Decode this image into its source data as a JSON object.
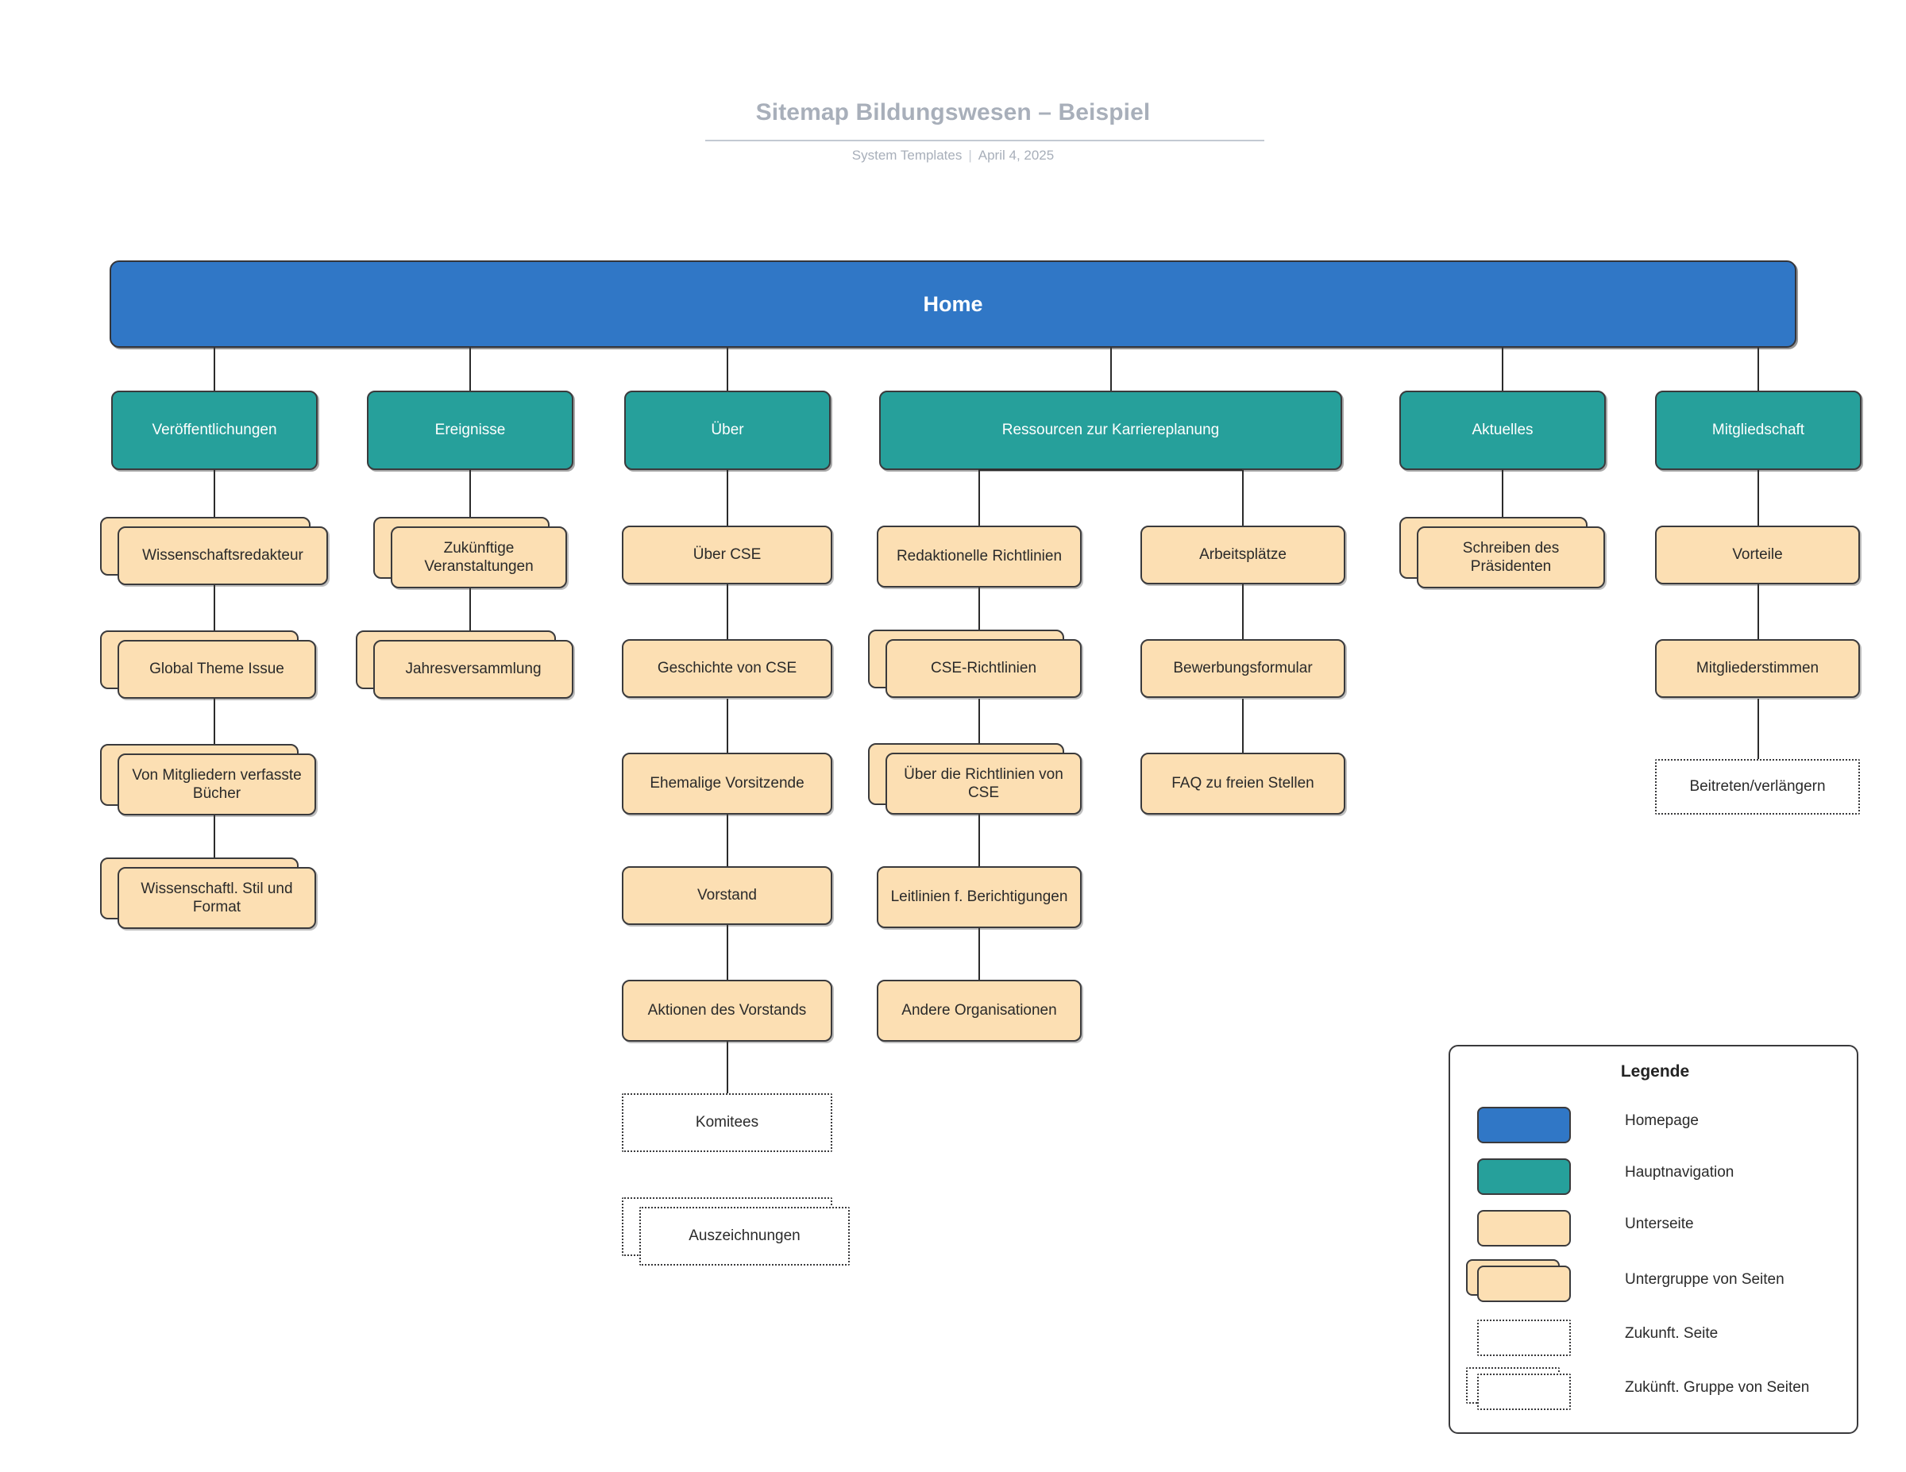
{
  "header": {
    "title": "Sitemap Bildungswesen – Beispiel",
    "source": "System Templates",
    "separator": "|",
    "date": "April 4, 2025"
  },
  "colors": {
    "homepage": "#3077c6",
    "main_navigation": "#26a09b",
    "subpage": "#fcdfb3",
    "outline": "#3a3a3c",
    "header_text": "#a8afba"
  },
  "root": {
    "label": "Home",
    "type": "homepage"
  },
  "nav": [
    {
      "label": "Veröffentlichungen",
      "type": "main_navigation"
    },
    {
      "label": "Ereignisse",
      "type": "main_navigation"
    },
    {
      "label": "Über",
      "type": "main_navigation"
    },
    {
      "label": "Ressourcen zur Karriereplanung",
      "type": "main_navigation"
    },
    {
      "label": "Aktuelles",
      "type": "main_navigation"
    },
    {
      "label": "Mitgliedschaft",
      "type": "main_navigation"
    }
  ],
  "pages": {
    "veroeffentlichungen": [
      {
        "label": "Wissenschaftsredakteur",
        "type": "subgroup"
      },
      {
        "label": "Global Theme Issue",
        "type": "subgroup"
      },
      {
        "label": "Von Mitgliedern verfasste Bücher",
        "type": "subgroup"
      },
      {
        "label": "Wissenschaftl. Stil und Format",
        "type": "subgroup"
      }
    ],
    "ereignisse": [
      {
        "label": "Zukünftige Veranstaltungen",
        "type": "subgroup"
      },
      {
        "label": "Jahresversammlung",
        "type": "subgroup"
      }
    ],
    "ueber": [
      {
        "label": "Über CSE",
        "type": "subpage"
      },
      {
        "label": "Geschichte von CSE",
        "type": "subpage"
      },
      {
        "label": "Ehemalige Vorsitzende",
        "type": "subpage"
      },
      {
        "label": "Vorstand",
        "type": "subpage"
      },
      {
        "label": "Aktionen des Vorstands",
        "type": "subpage"
      },
      {
        "label": "Komitees",
        "type": "future_page"
      },
      {
        "label": "Auszeichnungen",
        "type": "future_group"
      }
    ],
    "ressourcen_links": [
      {
        "label": "Redaktionelle Richtlinien",
        "type": "subpage"
      },
      {
        "label": "CSE-Richtlinien",
        "type": "subgroup"
      },
      {
        "label": "Über die Richtlinien von CSE",
        "type": "subgroup"
      },
      {
        "label": "Leitlinien f. Berichtigungen",
        "type": "subpage"
      },
      {
        "label": "Andere Organisationen",
        "type": "subpage"
      }
    ],
    "ressourcen_rechts": [
      {
        "label": "Arbeitsplätze",
        "type": "subpage"
      },
      {
        "label": "Bewerbungsformular",
        "type": "subpage"
      },
      {
        "label": "FAQ zu freien Stellen",
        "type": "subpage"
      }
    ],
    "aktuelles": [
      {
        "label": "Schreiben des Präsidenten",
        "type": "subgroup"
      }
    ],
    "mitgliedschaft": [
      {
        "label": "Vorteile",
        "type": "subpage"
      },
      {
        "label": "Mitgliederstimmen",
        "type": "subpage"
      },
      {
        "label": "Beitreten/verlängern",
        "type": "future_page"
      }
    ]
  },
  "legend": {
    "title": "Legende",
    "items": [
      {
        "label": "Homepage",
        "swatch": "homepage"
      },
      {
        "label": "Hauptnavigation",
        "swatch": "main_navigation"
      },
      {
        "label": "Unterseite",
        "swatch": "subpage"
      },
      {
        "label": "Untergruppe von Seiten",
        "swatch": "subgroup"
      },
      {
        "label": "Zukunft. Seite",
        "swatch": "future_page"
      },
      {
        "label": "Zukünft. Gruppe von Seiten",
        "swatch": "future_group"
      }
    ]
  }
}
